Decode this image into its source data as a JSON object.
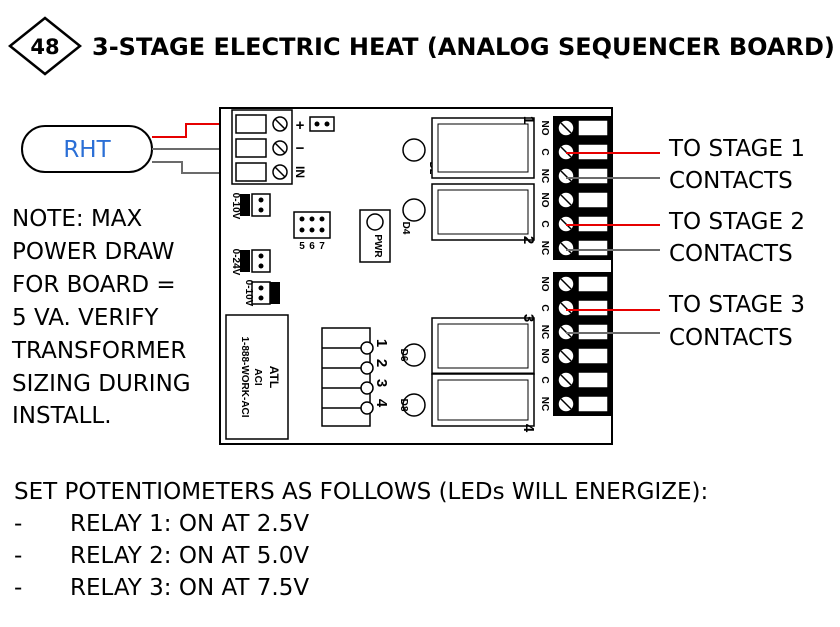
{
  "header": {
    "step_number": "48",
    "title": "3-STAGE ELECTRIC HEAT (ANALOG SEQUENCER BOARD)"
  },
  "thermostat_label": "RHT",
  "note_lines": [
    "NOTE: MAX",
    "POWER DRAW",
    "FOR BOARD =",
    "5 VA. VERIFY",
    "TRANSFORMER",
    "SIZING DURING",
    "INSTALL."
  ],
  "callouts": [
    {
      "line1": "TO STAGE 1",
      "line2": "CONTACTS"
    },
    {
      "line1": "TO STAGE 2",
      "line2": "CONTACTS"
    },
    {
      "line1": "TO STAGE 3",
      "line2": "CONTACTS"
    }
  ],
  "board": {
    "input_plus": "+",
    "input_minus": "−",
    "input_in": "IN",
    "relay_numbers": [
      "1",
      "2",
      "3",
      "4"
    ],
    "led_labels": [
      "D2",
      "D4",
      "D6",
      "D8"
    ],
    "pot_labels": [
      "1",
      "2",
      "3",
      "4"
    ],
    "pwr_label": "PWR",
    "range_top": "0-10V",
    "range_mid": "0-24V",
    "range_bot": "0-10V",
    "jumper_labels": [
      "5",
      "6",
      "7"
    ],
    "logo_lines": [
      "ATL",
      "ACI",
      "1-888-WORK-ACI"
    ],
    "contact_marks": [
      "NO",
      "C",
      "NC"
    ]
  },
  "instructions": {
    "heading": "SET POTENTIOMETERS AS FOLLOWS (LEDs WILL ENERGIZE):",
    "bullet": "-",
    "items": [
      "RELAY 1: ON AT 2.5V",
      "RELAY 2: ON AT 5.0V",
      "RELAY 3: ON AT 7.5V"
    ]
  },
  "colors": {
    "wire_red": "#e60000",
    "wire_gray": "#6b6b6b",
    "rht_text": "#2b6fd6",
    "ink": "#000000"
  }
}
